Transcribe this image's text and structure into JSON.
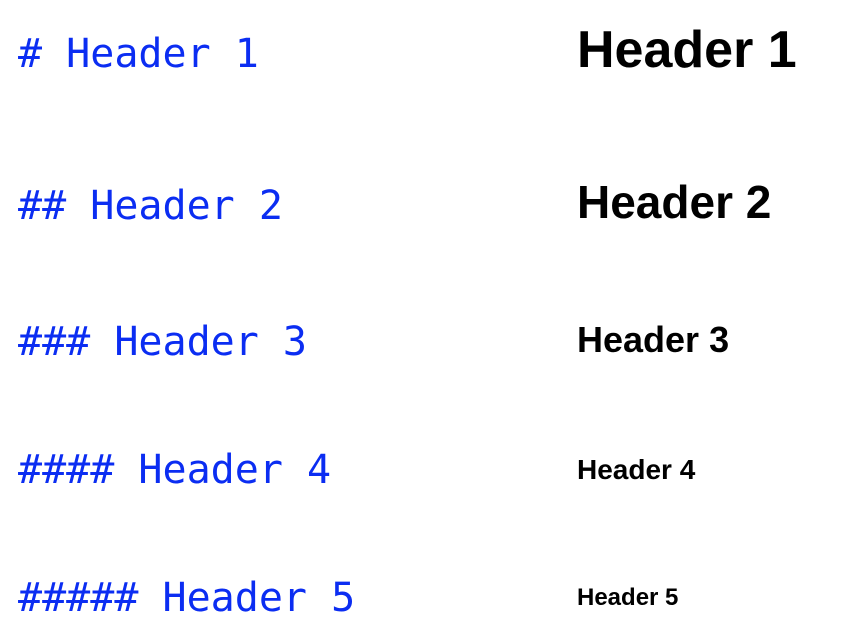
{
  "colors": {
    "markdown_text": "#0b2df2",
    "rendered_text": "#000000",
    "background": "#ffffff"
  },
  "markdown_source": [
    "# Header 1",
    "## Header 2",
    "### Header 3",
    "#### Header 4",
    "##### Header 5"
  ],
  "rendered": [
    "Header 1",
    "Header 2",
    "Header 3",
    "Header 4",
    "Header 5"
  ]
}
